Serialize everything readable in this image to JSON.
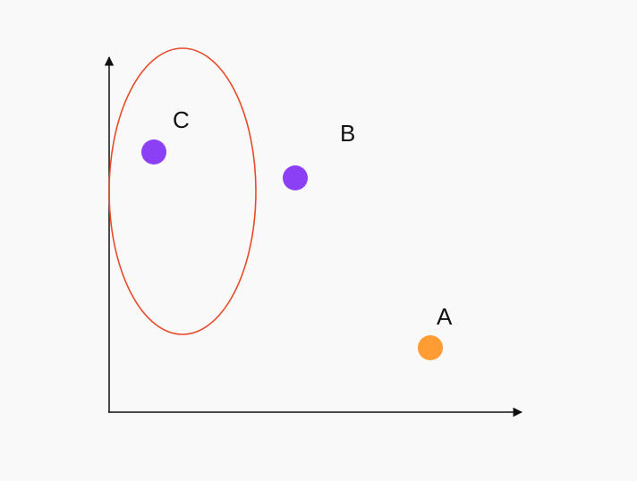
{
  "diagram": {
    "background_color": "#f9f9f9",
    "axis_color": "#111111",
    "points": [
      {
        "id": "a",
        "label": "A",
        "color": "#ff9c33"
      },
      {
        "id": "b",
        "label": "B",
        "color": "#8c40f5"
      },
      {
        "id": "c",
        "label": "C",
        "color": "#8c40f5"
      }
    ],
    "cluster_outline": {
      "color": "#e84a2a",
      "encloses": [
        "C"
      ]
    }
  }
}
